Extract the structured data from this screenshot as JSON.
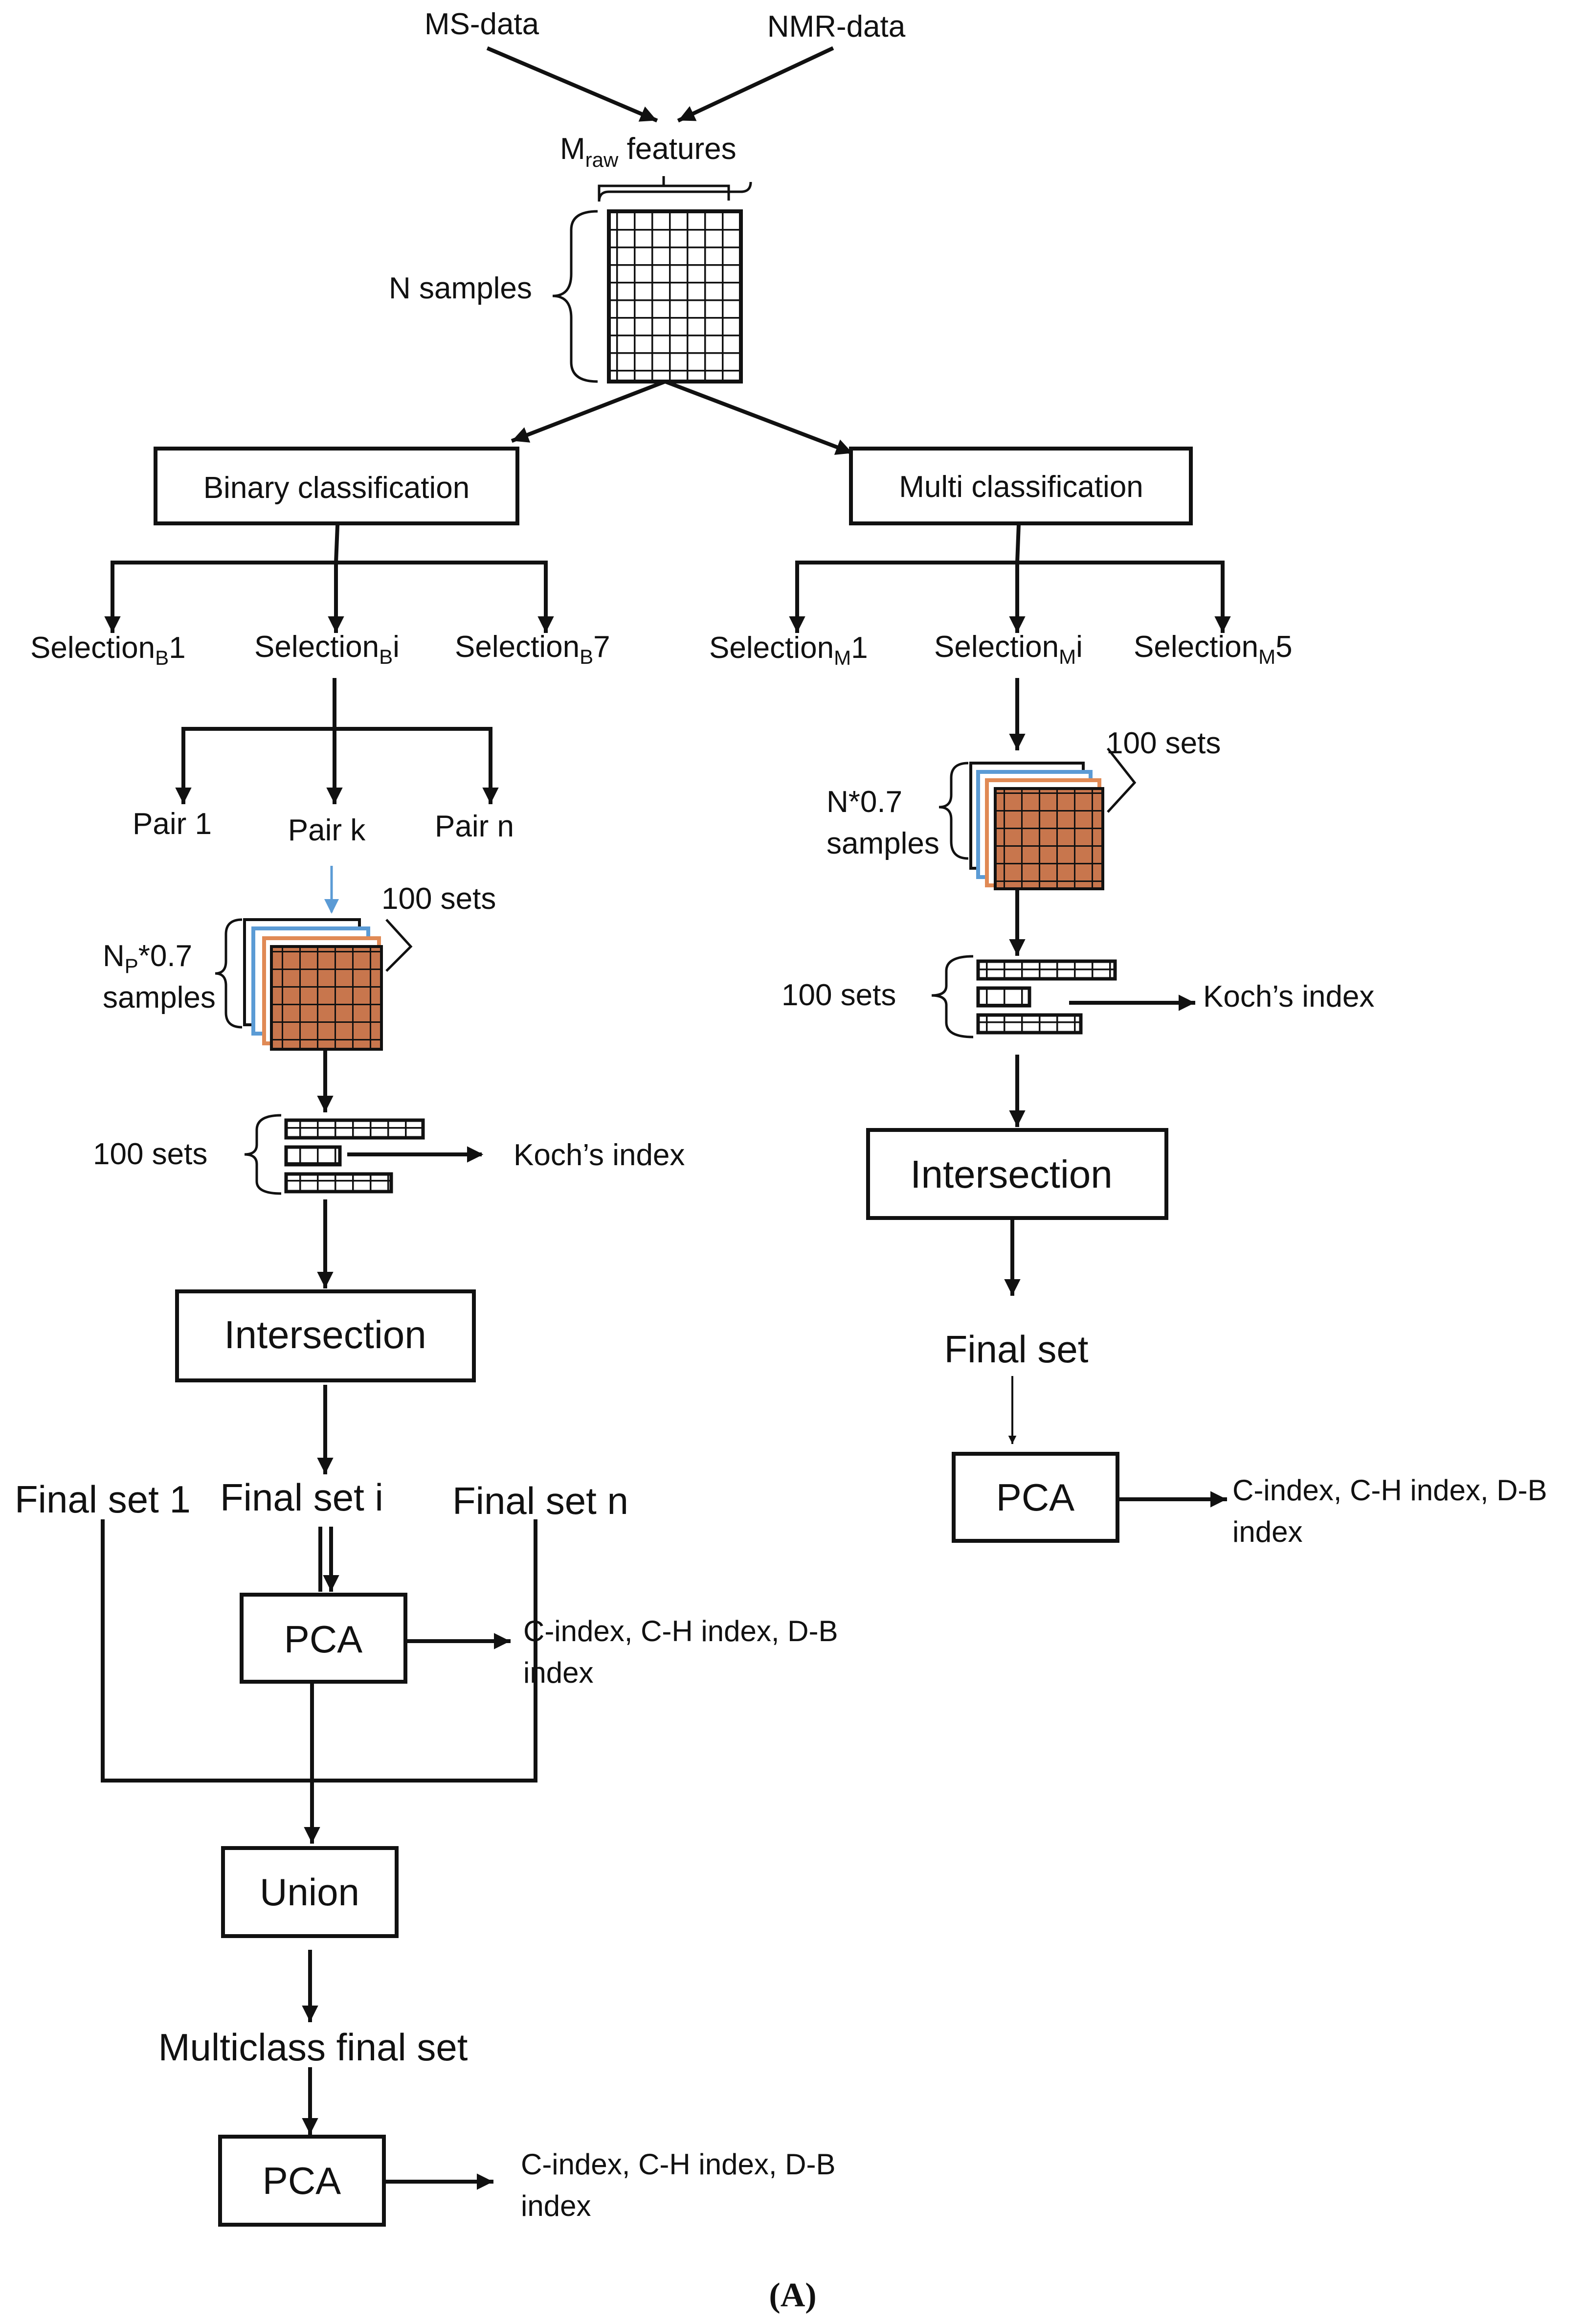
{
  "inputs": {
    "ms": "MS-data",
    "nmr": "NMR-data"
  },
  "matrix": {
    "m": "M",
    "m_sub": "raw",
    "features": " features",
    "samples": "N samples"
  },
  "branches": {
    "binary": "Binary classification",
    "multi": "Multi classification"
  },
  "selections_b": {
    "s1": "Selection",
    "s1_sub": "B",
    "s1_tail": "1",
    "si": "Selection",
    "si_sub": "B",
    "si_tail": "i",
    "s7": "Selection",
    "s7_sub": "B",
    "s7_tail": "7"
  },
  "selections_m": {
    "s1": "Selection",
    "s1_sub": "M",
    "s1_tail": "1",
    "si": "Selection",
    "si_sub": "M",
    "si_tail": "i",
    "s5": "Selection",
    "s5_sub": "M",
    "s5_tail": "5"
  },
  "pairs": {
    "p1": "Pair 1",
    "pk": "Pair k",
    "pn": "Pair n"
  },
  "binary_path": {
    "sets": "100 sets",
    "np": "N",
    "np_sub": "P",
    "np_tail": "*0.7",
    "samples": "samples",
    "sets2": "100 sets",
    "koch": "Koch’s index",
    "intersection": "Intersection",
    "final1": "Final set 1",
    "finali": "Final set i",
    "finaln": "Final set n",
    "pca": "PCA",
    "cindex_l1": "C-index, C-H index, D-B",
    "cindex_l2": "index",
    "union": "Union",
    "multiclass_final": "Multiclass final set",
    "pca2": "PCA",
    "cindex2_l1": "C-index, C-H index, D-B",
    "cindex2_l2": "index"
  },
  "multi_path": {
    "sets": "100 sets",
    "n07": "N*0.7",
    "samples": "samples",
    "sets2": "100 sets",
    "koch": "Koch’s index",
    "intersection": "Intersection",
    "final": "Final set",
    "pca": "PCA",
    "cindex_l1": "C-index, C-H index, D-B",
    "cindex_l2": "index"
  },
  "caption": "(A)",
  "colors": {
    "line": "#111111",
    "blue": "#5b9bd5",
    "orange": "#e08a55"
  }
}
